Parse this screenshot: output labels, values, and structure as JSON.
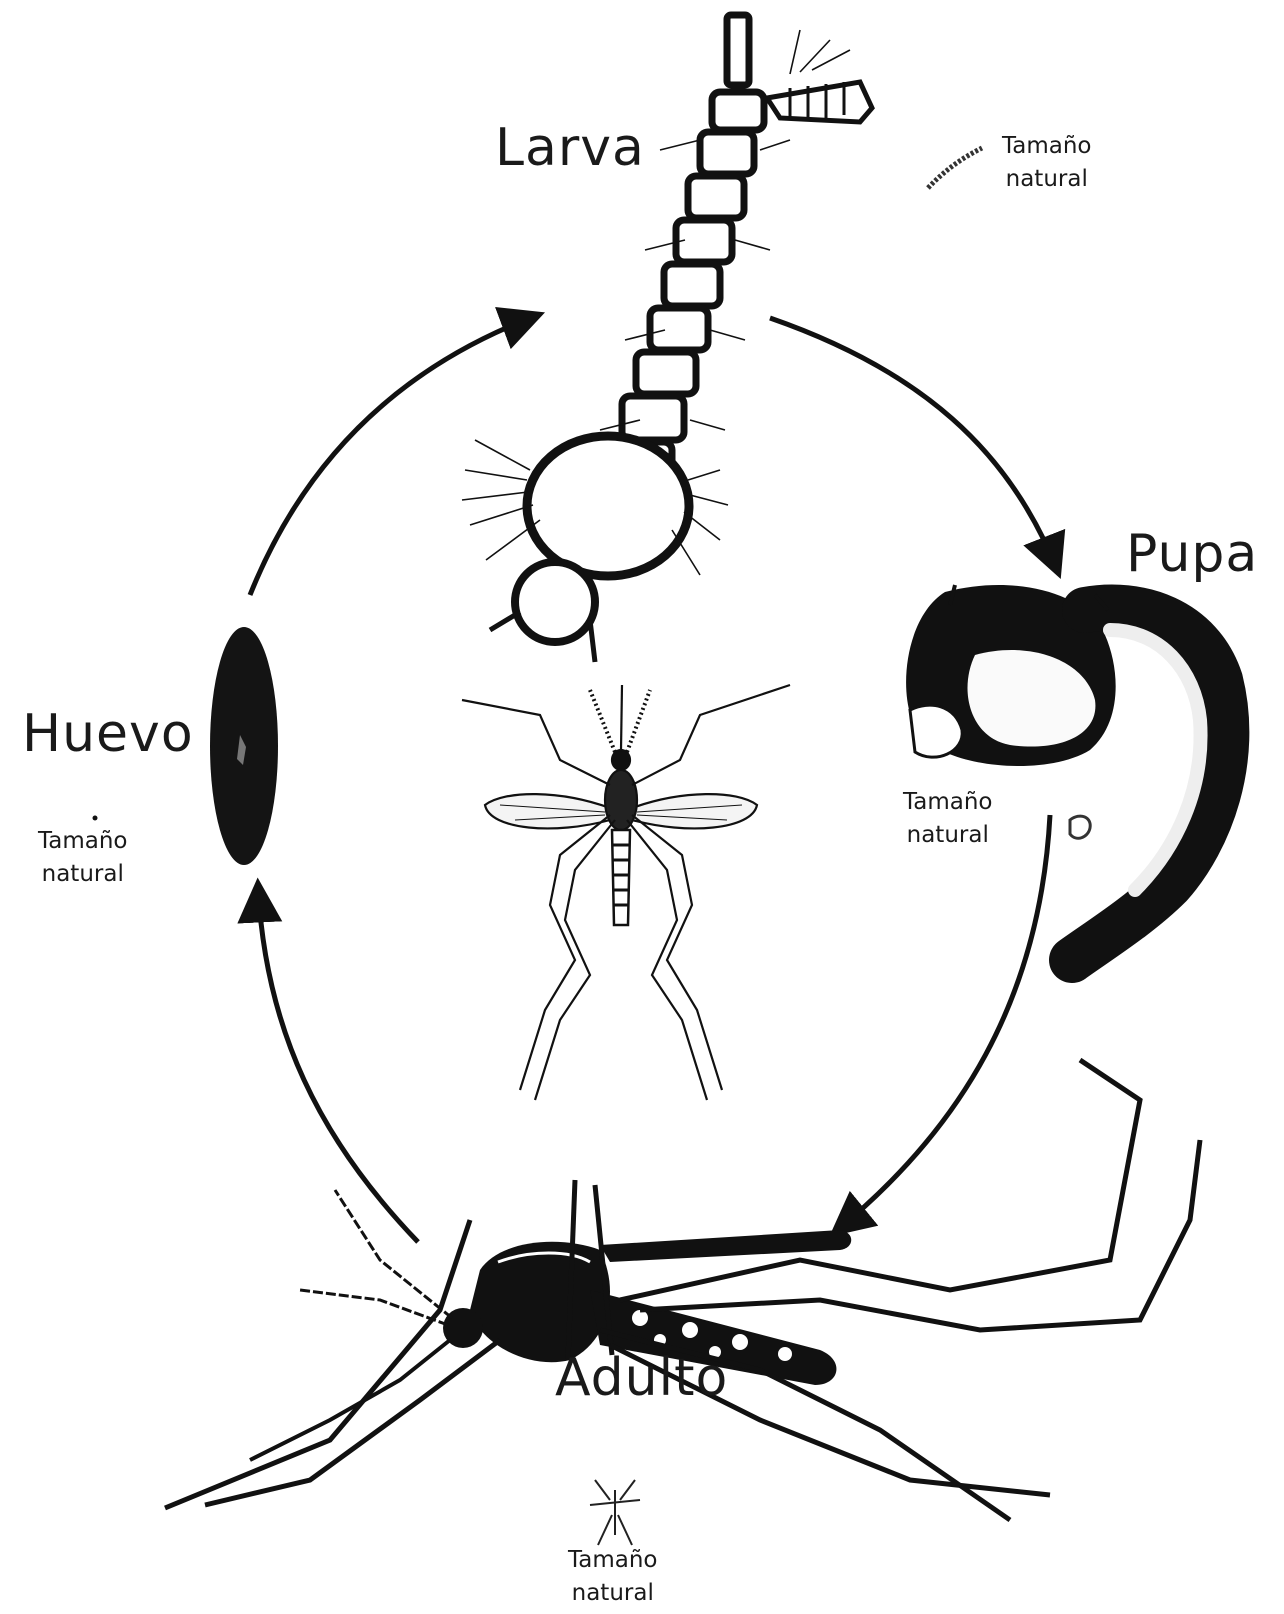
{
  "stages": {
    "larva": "Larva",
    "pupa": "Pupa",
    "huevo": "Huevo",
    "adulto": "Adulto"
  },
  "size_note": {
    "line1": "Tamaño",
    "line2": "natural"
  },
  "colors": {
    "ink": "#111111",
    "paper": "#ffffff"
  }
}
